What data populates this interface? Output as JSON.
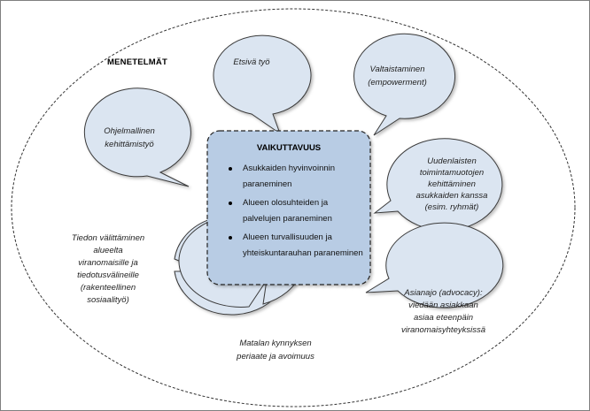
{
  "heading": "MENETELMÄT",
  "center": {
    "title": "VAIKUTTAVUUS",
    "items": [
      "Asukkaiden hyvinvoinnin paraneminen",
      "Alueen olosuhteiden ja palvelujen paraneminen",
      "Alueen turvallisuuden ja yhteiskuntarauhan paraneminen"
    ]
  },
  "bubbles": {
    "etsiva": "Etsivä työ",
    "valtaistaminen": [
      "Valtaistaminen",
      "(empowerment)"
    ],
    "ohjelmallinen": [
      "Ohjelmallinen",
      "kehittämistyö"
    ],
    "uudenlaisten": [
      "Uudenlaisten",
      "toimintamuotojen",
      "kehittäminen",
      "asukkaiden kanssa",
      "(esim. ryhmät)"
    ],
    "tiedon": [
      "Tiedon välittäminen",
      "alueelta",
      "viranomaisille ja",
      "tiedotusvälineille",
      "(rakenteellinen",
      "sosiaalityö)"
    ],
    "asianajo": [
      "Asianajo (advocacy):",
      "viedään asiakkaan",
      "asiaa eteenpäin",
      "viranomaisyhteyksissä"
    ],
    "matalan": [
      "Matalan kynnyksen",
      "periaate ja avoimuus"
    ]
  },
  "colors": {
    "bubble_fill": "#dbe5f1",
    "center_fill": "#b8cce4",
    "outline": "#3a3a3a"
  }
}
